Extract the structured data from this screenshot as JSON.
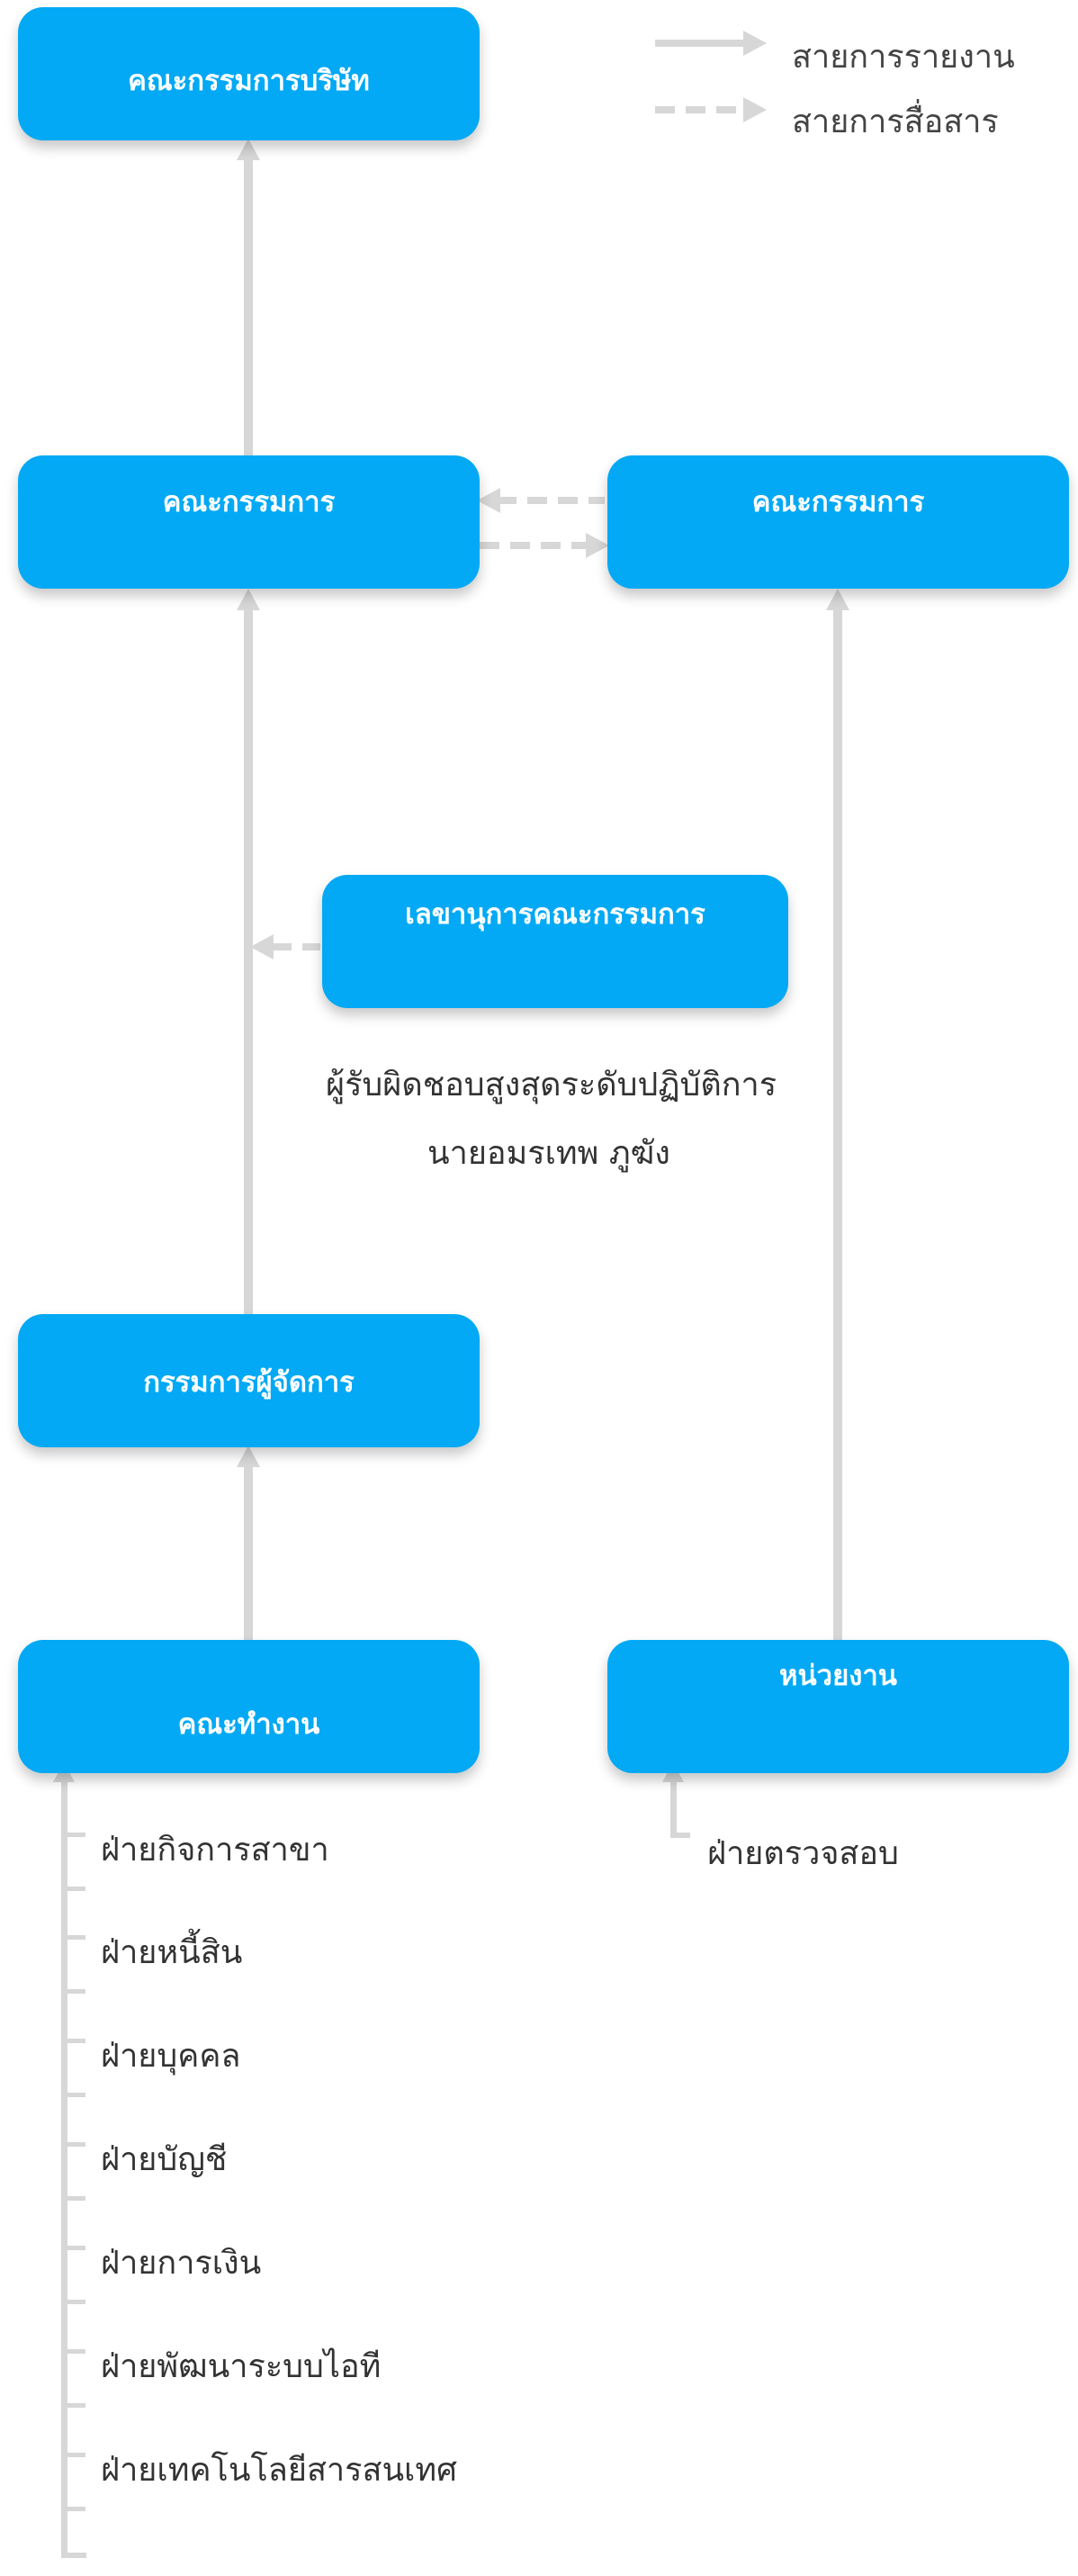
{
  "legend": {
    "solid_label": "สายการรายงาน",
    "dashed_label": "สายการสื่อสาร"
  },
  "nodes": {
    "board_of_directors": "คณะกรรมการบริษัท",
    "committee_left": "คณะกรรมการ",
    "committee_right": "คณะกรรมการ",
    "committee_secretary": "เลขานุการคณะกรรมการ",
    "managing_director": "กรรมการผู้จัดการ",
    "working_group": "คณะทำงาน",
    "unit": "หน่วยงาน"
  },
  "operations_head": {
    "role": "ผู้รับผิดชอบสูงสุดระดับปฏิบัติการ",
    "name": "นายอมรเทพ ภูฆัง"
  },
  "departments": [
    "ฝ่ายกิจการสาขา",
    "ฝ่ายหนี้สิน",
    "ฝ่ายบุคคล",
    "ฝ่ายบัญชี",
    "ฝ่ายการเงิน",
    "ฝ่ายพัฒนาระบบไอที",
    "ฝ่ายเทคโนโลยีสารสนเทศ"
  ],
  "unit_department": "ฝ่ายตรวจสอบ",
  "colors": {
    "box": "#03a9f4",
    "line": "#d7d7d7",
    "text": "#333333"
  }
}
